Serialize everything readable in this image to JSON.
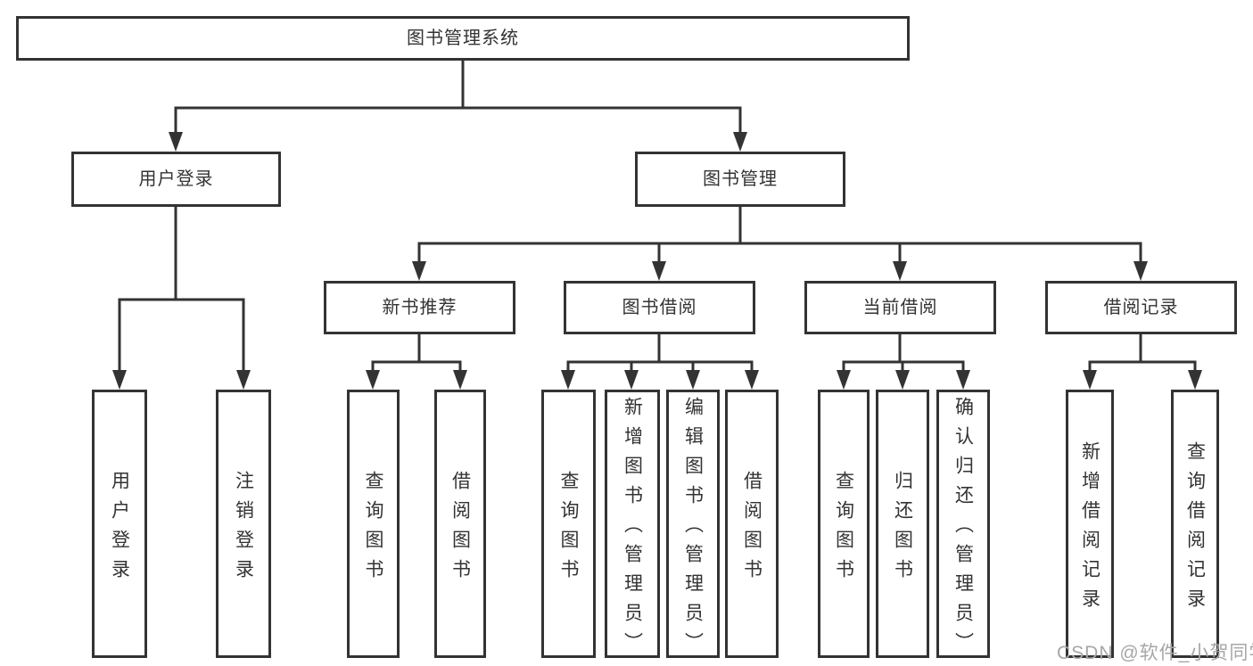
{
  "palette": {
    "line_color": "#333333",
    "text_color": "#333333",
    "background": "#ffffff",
    "watermark_color": "#a6a6a6"
  },
  "tree": {
    "root": {
      "label": "图书管理系统"
    },
    "branches": [
      {
        "label": "用户登录",
        "children": [
          {
            "label": "用户登录"
          },
          {
            "label": "注销登录"
          }
        ]
      },
      {
        "label": "图书管理",
        "groups": [
          {
            "label": "新书推荐",
            "children": [
              {
                "label": "查询图书"
              },
              {
                "label": "借阅图书"
              }
            ]
          },
          {
            "label": "图书借阅",
            "children": [
              {
                "label": "查询图书"
              },
              {
                "label": "新增图书（管理员）"
              },
              {
                "label": "编辑图书（管理员）"
              },
              {
                "label": "借阅图书"
              }
            ]
          },
          {
            "label": "当前借阅",
            "children": [
              {
                "label": "查询图书"
              },
              {
                "label": "归还图书"
              },
              {
                "label": "确认归还（管理员）"
              }
            ]
          },
          {
            "label": "借阅记录",
            "children": [
              {
                "label": "新增借阅记录"
              },
              {
                "label": "查询借阅记录"
              }
            ]
          }
        ]
      }
    ]
  },
  "watermark": {
    "text": "CSDN @软件_小贺同学"
  }
}
